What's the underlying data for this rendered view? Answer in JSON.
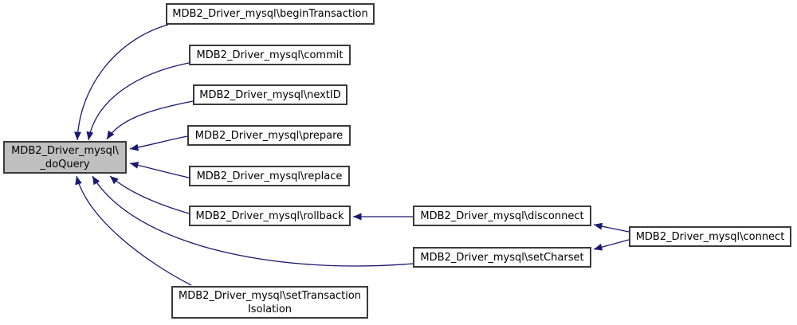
{
  "diagram": {
    "type": "doxygen-caller-graph",
    "colors": {
      "background": "#ffffff",
      "edge": "#191970",
      "node_fill": "#ffffff",
      "node_border": "#3a3a3a",
      "highlighted_node_fill": "#bfbfbf",
      "text": "#000000"
    },
    "nodes": {
      "doquery": {
        "lines": [
          "MDB2_Driver_mysql\\",
          "_doQuery"
        ],
        "highlighted": true
      },
      "begintransaction": {
        "lines": [
          "MDB2_Driver_mysql\\beginTransaction"
        ]
      },
      "commit": {
        "lines": [
          "MDB2_Driver_mysql\\commit"
        ]
      },
      "nextid": {
        "lines": [
          "MDB2_Driver_mysql\\nextID"
        ]
      },
      "prepare": {
        "lines": [
          "MDB2_Driver_mysql\\prepare"
        ]
      },
      "replace": {
        "lines": [
          "MDB2_Driver_mysql\\replace"
        ]
      },
      "rollback": {
        "lines": [
          "MDB2_Driver_mysql\\rollback"
        ]
      },
      "settransactionisolation": {
        "lines": [
          "MDB2_Driver_mysql\\setTransaction",
          "Isolation"
        ]
      },
      "disconnect": {
        "lines": [
          "MDB2_Driver_mysql\\disconnect"
        ]
      },
      "setcharset": {
        "lines": [
          "MDB2_Driver_mysql\\setCharset"
        ]
      },
      "connect": {
        "lines": [
          "MDB2_Driver_mysql\\connect"
        ]
      }
    },
    "edges": [
      {
        "from": "begintransaction",
        "to": "doquery"
      },
      {
        "from": "commit",
        "to": "doquery"
      },
      {
        "from": "nextid",
        "to": "doquery"
      },
      {
        "from": "prepare",
        "to": "doquery"
      },
      {
        "from": "replace",
        "to": "doquery"
      },
      {
        "from": "rollback",
        "to": "doquery"
      },
      {
        "from": "setcharset",
        "to": "doquery"
      },
      {
        "from": "settransactionisolation",
        "to": "doquery"
      },
      {
        "from": "disconnect",
        "to": "rollback"
      },
      {
        "from": "connect",
        "to": "disconnect"
      },
      {
        "from": "connect",
        "to": "setcharset"
      }
    ]
  }
}
